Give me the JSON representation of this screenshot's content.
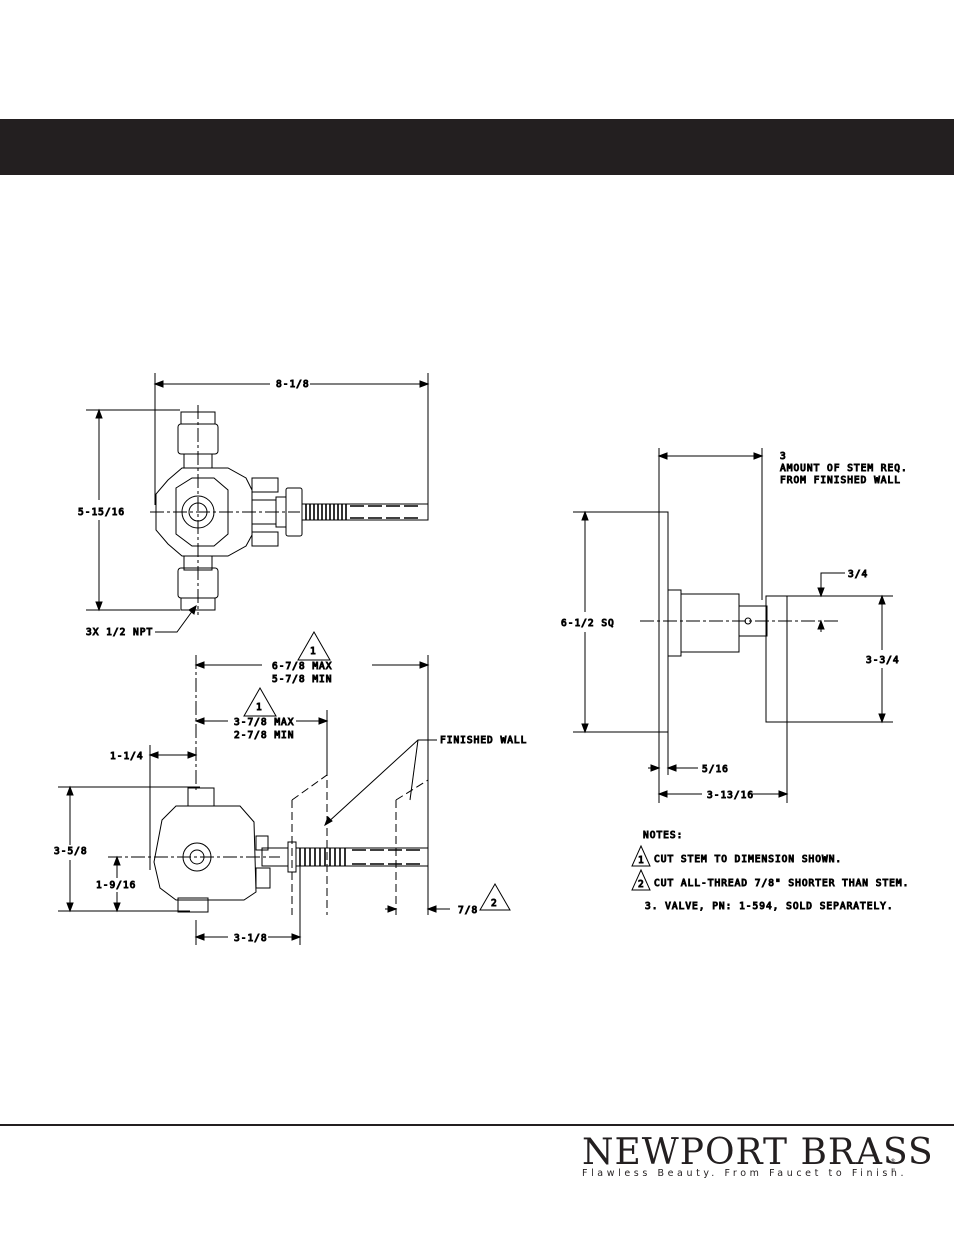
{
  "brand": {
    "name": "NEWPORT BRASS",
    "registered": "®",
    "tagline": "Flawless Beauty. From Faucet to Finish.",
    "trademark": "™"
  },
  "top_view": {
    "overall_width": "8-1/8",
    "height": "5-15/16",
    "ports": "3X 1/2 NPT"
  },
  "side_view": {
    "depth_range_max": "6-7/8 MAX",
    "depth_range_min": "5-7/8 MIN",
    "valve_range_max": "3-7/8 MAX",
    "valve_range_min": "2-7/8 MIN",
    "offset": "1-1/4",
    "finished_wall": "FINISHED WALL",
    "height": "3-5/8",
    "center_height": "1-9/16",
    "body_depth": "3-1/8",
    "thread_cut": "7/8",
    "note_flag_1": "1",
    "note_flag_1b": "1",
    "note_flag_2": "2"
  },
  "trim_view": {
    "stem_amount": "3",
    "stem_note_line1": "AMOUNT OF STEM REQ.",
    "stem_note_line2": "FROM FINISHED WALL",
    "plate_size": "6-1/2 SQ",
    "handle_offset": "3/4",
    "handle_height": "3-3/4",
    "plate_thickness": "5/16",
    "trim_depth": "3-13/16"
  },
  "notes": {
    "heading": "NOTES:",
    "n1_num": "1",
    "n1_text": "CUT STEM TO DIMENSION SHOWN.",
    "n2_num": "2",
    "n2_text": "CUT ALL-THREAD 7/8\" SHORTER THAN STEM.",
    "n3_text": "3. VALVE, PN: 1-594, SOLD SEPARATELY."
  }
}
